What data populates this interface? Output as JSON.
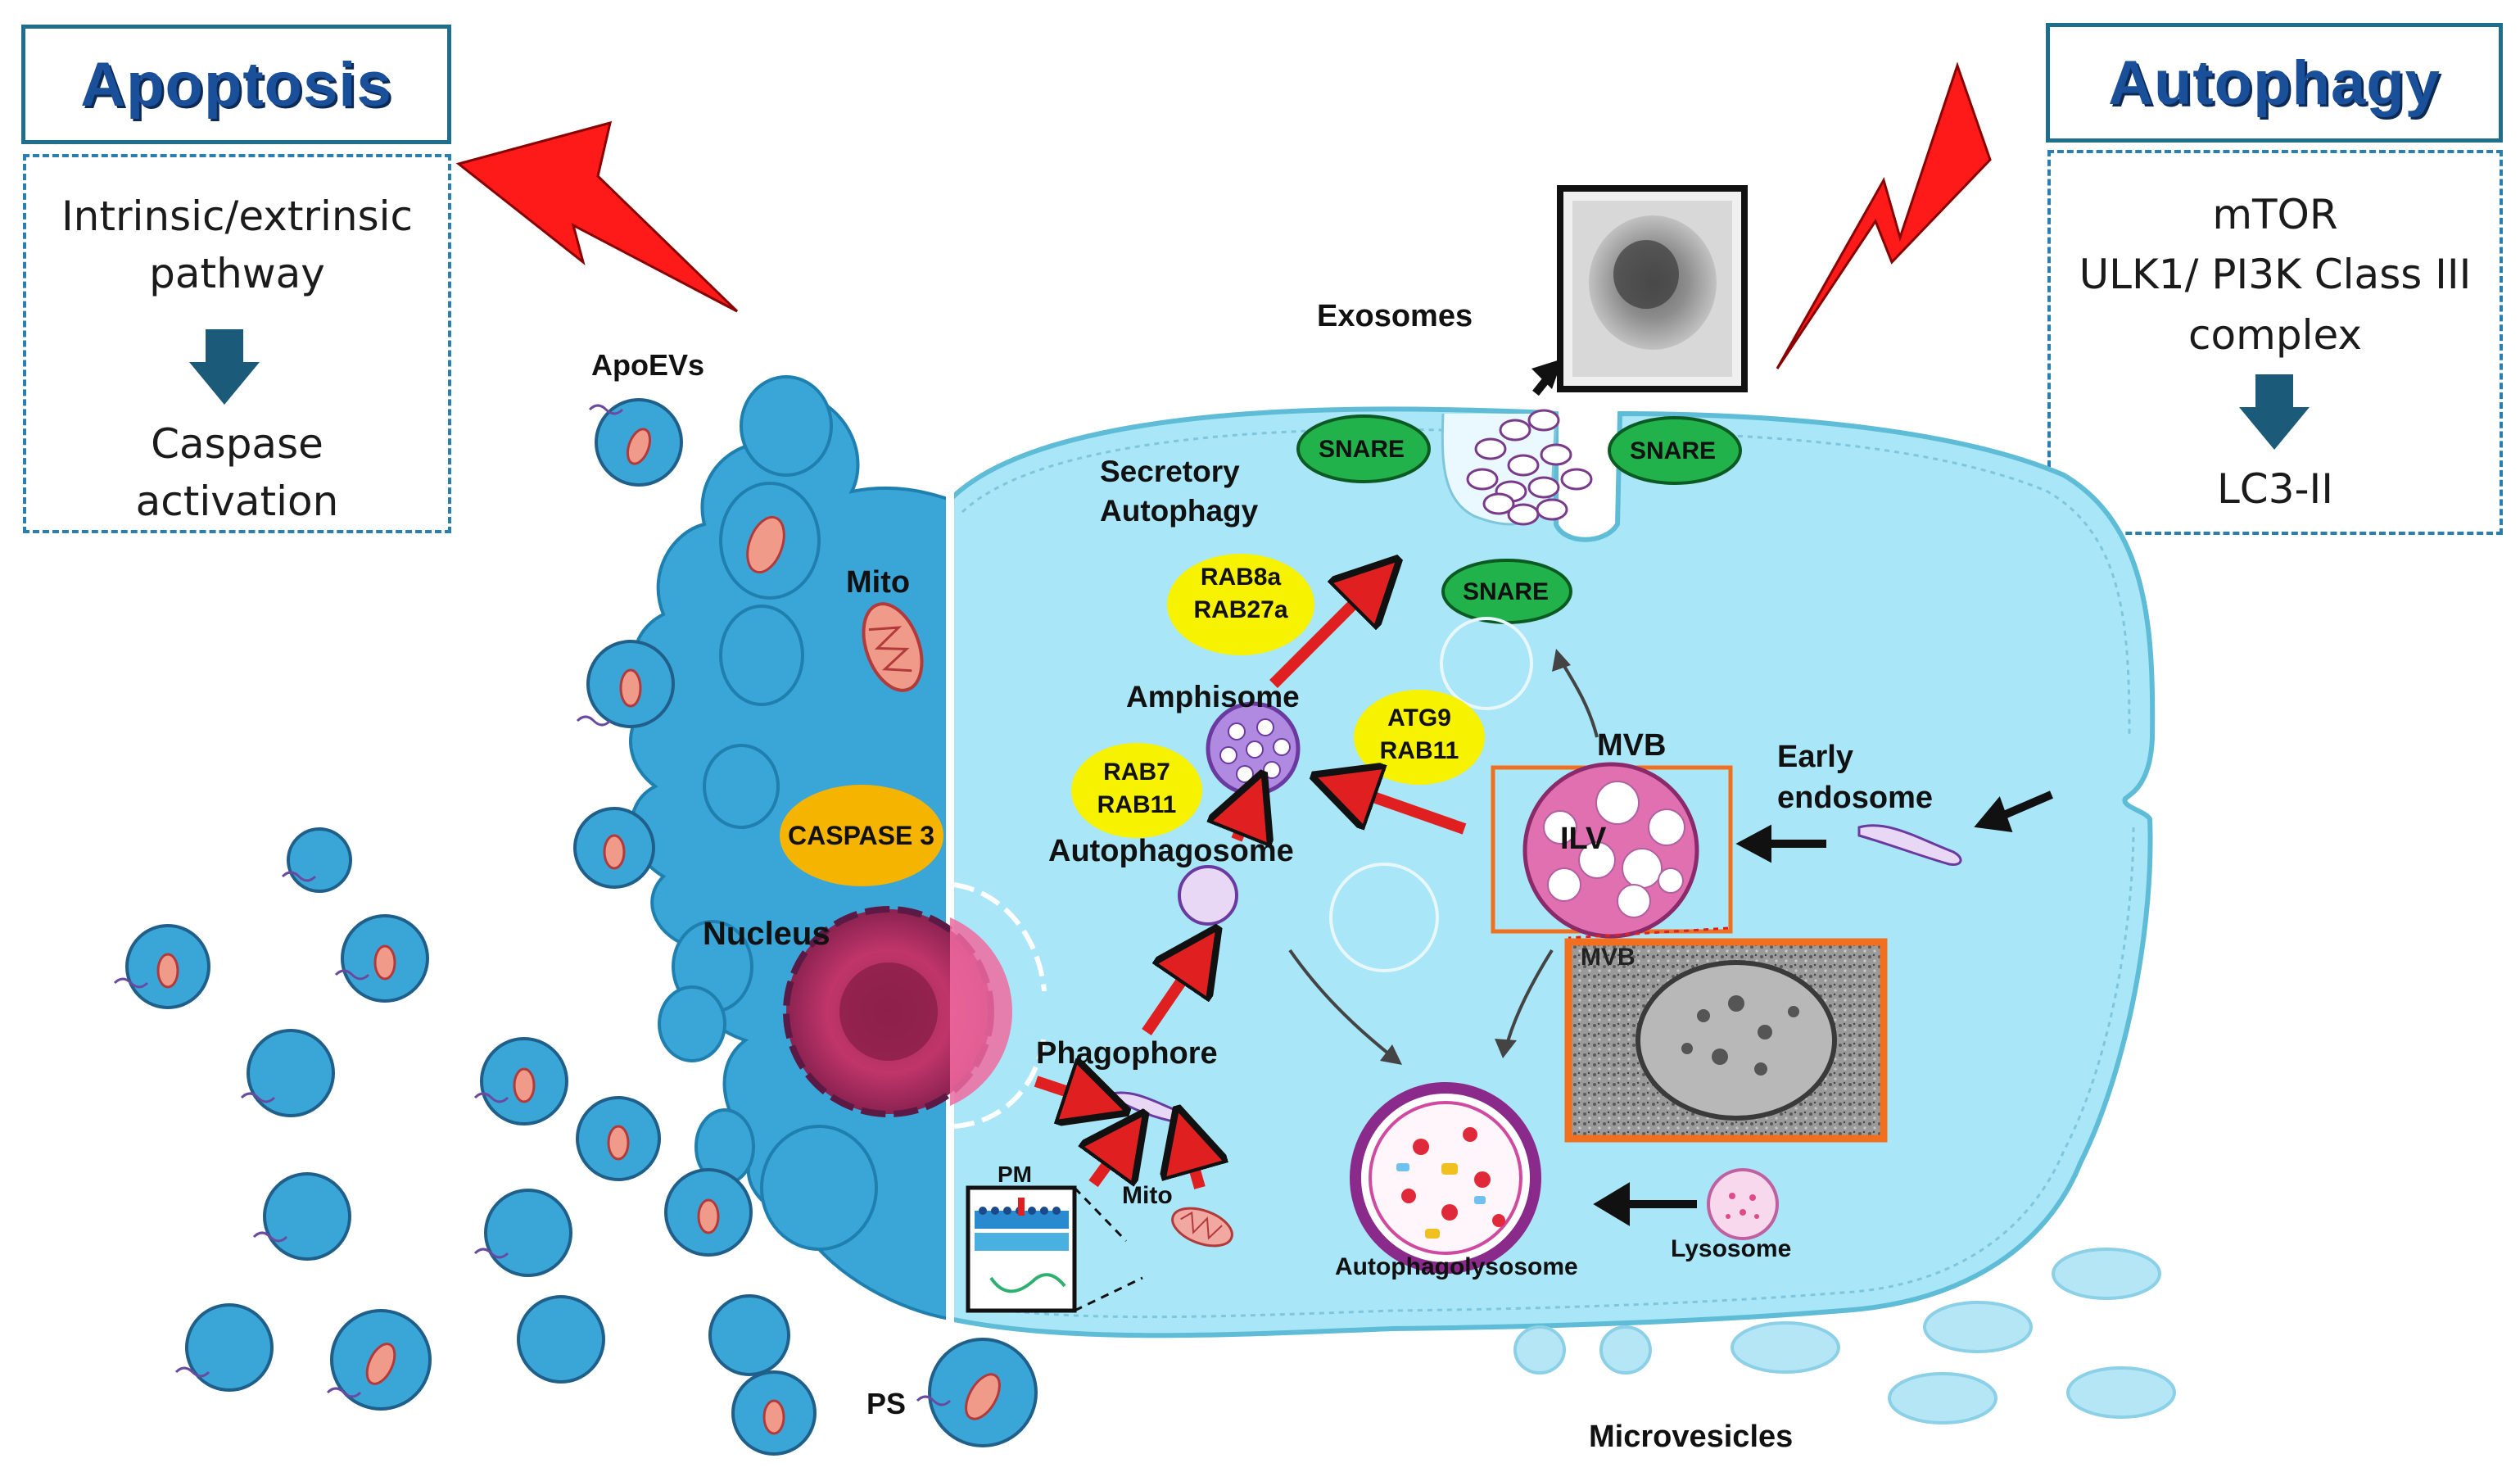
{
  "apoptosis": {
    "title": "Apoptosis",
    "lines": [
      "Intrinsic/extrinsic",
      "pathway",
      "Caspase",
      "activation"
    ]
  },
  "autophagy": {
    "title": "Autophagy",
    "lines": [
      "mTOR",
      "ULK1/ PI3K Class III",
      "complex",
      "LC3-II"
    ]
  },
  "labels": {
    "apoevs": "ApoEVs",
    "mito_left": "Mito",
    "caspase3": "CASPASE 3",
    "nucleus": "Nucleus",
    "ps": "PS",
    "exosomes": "Exosomes",
    "snare": "SNARE",
    "secretory_autophagy": [
      "Secretory",
      "Autophagy"
    ],
    "rab8a_rab27a": [
      "RAB8a",
      "RAB27a"
    ],
    "amphisome": "Amphisome",
    "atg9_rab11": [
      "ATG9",
      "RAB11"
    ],
    "rab7_rab11": [
      "RAB7",
      "RAB11"
    ],
    "autophagosome": "Autophagosome",
    "mvb": "MVB",
    "ilv": "ILV",
    "early_endosome": [
      "Early",
      "endosome"
    ],
    "mvb_em": "MVB",
    "phagophore": "Phagophore",
    "pm": "PM",
    "mito_right": "Mito",
    "autophagolysosome": "Autophagolysosome",
    "lysosome": "Lysosome",
    "microvesicles": "Microvesicles"
  },
  "colors": {
    "title_text": "#1a4f9a",
    "box_border": "#1f6e8c",
    "apoptotic_cell": "#3aa6d8",
    "cytoplasm": "#a9e6f7",
    "caspase": "#f5b400",
    "rab_badge": "#f7f200",
    "snare": "#22b24c",
    "arrow_red": "#e02020",
    "lightning": "#ff1a1a",
    "orange_frame": "#f07020"
  }
}
